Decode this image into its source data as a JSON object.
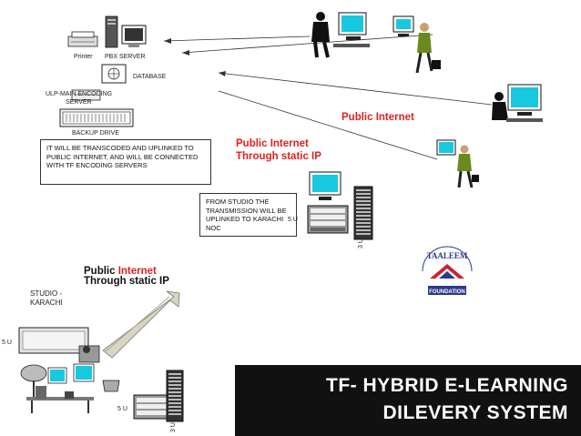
{
  "labels": {
    "printer": "Printer",
    "pbx_server": "PBX SERVER",
    "database": "DATABASE",
    "ulp_main": "ULP-MAIN ENCODING",
    "server": "SERVER",
    "backup_drive": "BACKUP DRIVE",
    "studio": "STUDIO -",
    "karachi": "KARACHI",
    "five_u_a": "5 U",
    "five_u_b": "5 U",
    "five_u_c": "5 U",
    "three_u_a": "3 U",
    "three_u_b": "3 U"
  },
  "notes": {
    "transcode": "IT WILL BE TRANSCODED AND UPLINKED TO PUBLIC INTERNET, AND WILL BE CONNECTED WITH TF ENCODING SERVERS",
    "from_studio": "FROM STUDIO THE TRANSMISSION WILL BE UPLINKED TO KARACHI NOC"
  },
  "internet": {
    "top_right": "Public Internet",
    "mid_line1": "Public Internet",
    "mid_line2": "Through static IP",
    "low_line1_a": "Public ",
    "low_line1_b": "Internet",
    "low_line2": "Through static IP"
  },
  "logo": {
    "name": "TAALEEM",
    "sub": "FOUNDATION"
  },
  "title": {
    "line1": "TF- HYBRID E-LEARNING",
    "line2": "DILEVERY SYSTEM"
  },
  "colors": {
    "accent_red": "#e02020",
    "title_bg": "#111111",
    "logo_blue": "#2a3a8c",
    "logo_red": "#d0202a"
  }
}
